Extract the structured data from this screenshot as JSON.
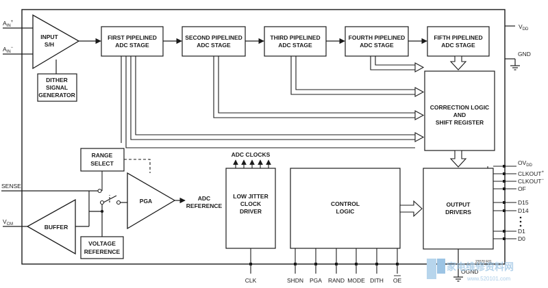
{
  "blocks": {
    "input_sh": [
      "INPUT",
      "S/H"
    ],
    "dither": [
      "DITHER",
      "SIGNAL",
      "GENERATOR"
    ],
    "stage1": [
      "FIRST PIPELINED",
      "ADC STAGE"
    ],
    "stage2": [
      "SECOND PIPELINED",
      "ADC STAGE"
    ],
    "stage3": [
      "THIRD PIPELINED",
      "ADC STAGE"
    ],
    "stage4": [
      "FOURTH PIPELINED",
      "ADC STAGE"
    ],
    "stage5": [
      "FIFTH PIPELINED",
      "ADC STAGE"
    ],
    "correction": [
      "CORRECTION LOGIC",
      "AND",
      "SHIFT REGISTER"
    ],
    "range_select": [
      "RANGE",
      "SELECT"
    ],
    "pga": "PGA",
    "adc_reference": [
      "ADC",
      "REFERENCE"
    ],
    "buffer": "BUFFER",
    "voltage_reference": [
      "VOLTAGE",
      "REFERENCE"
    ],
    "adc_clocks": "ADC CLOCKS",
    "clock_driver": [
      "LOW JITTER",
      "CLOCK",
      "DRIVER"
    ],
    "control_logic": [
      "CONTROL",
      "LOGIC"
    ],
    "output_drivers": [
      "OUTPUT",
      "DRIVERS"
    ]
  },
  "pins": {
    "ain_plus": {
      "main": "A",
      "sub": "IN",
      "sup": "+"
    },
    "ain_minus": {
      "main": "A",
      "sub": "IN",
      "sup": "−"
    },
    "sense": "SENSE",
    "vcm": {
      "main": "V",
      "sub": "CM"
    },
    "vdd": {
      "main": "V",
      "sub": "DD"
    },
    "gnd": "GND",
    "ovdd": {
      "main": "OV",
      "sub": "DD"
    },
    "clkout_plus": {
      "main": "CLKOUT",
      "sup": "+"
    },
    "clkout_minus": {
      "main": "CLKOUT",
      "sup": "−"
    },
    "of": "OF",
    "d15": "D15",
    "d14": "D14",
    "d1": "D1",
    "d0": "D0",
    "ognd": "OGND",
    "bottom": [
      "CLK",
      "SHDN",
      "PGA",
      "RAND",
      "MODE",
      "DITH",
      "OE"
    ]
  },
  "figure_id": "22070 F01",
  "watermark": "家电维修资料网",
  "watermark_url": "www.520101.com"
}
